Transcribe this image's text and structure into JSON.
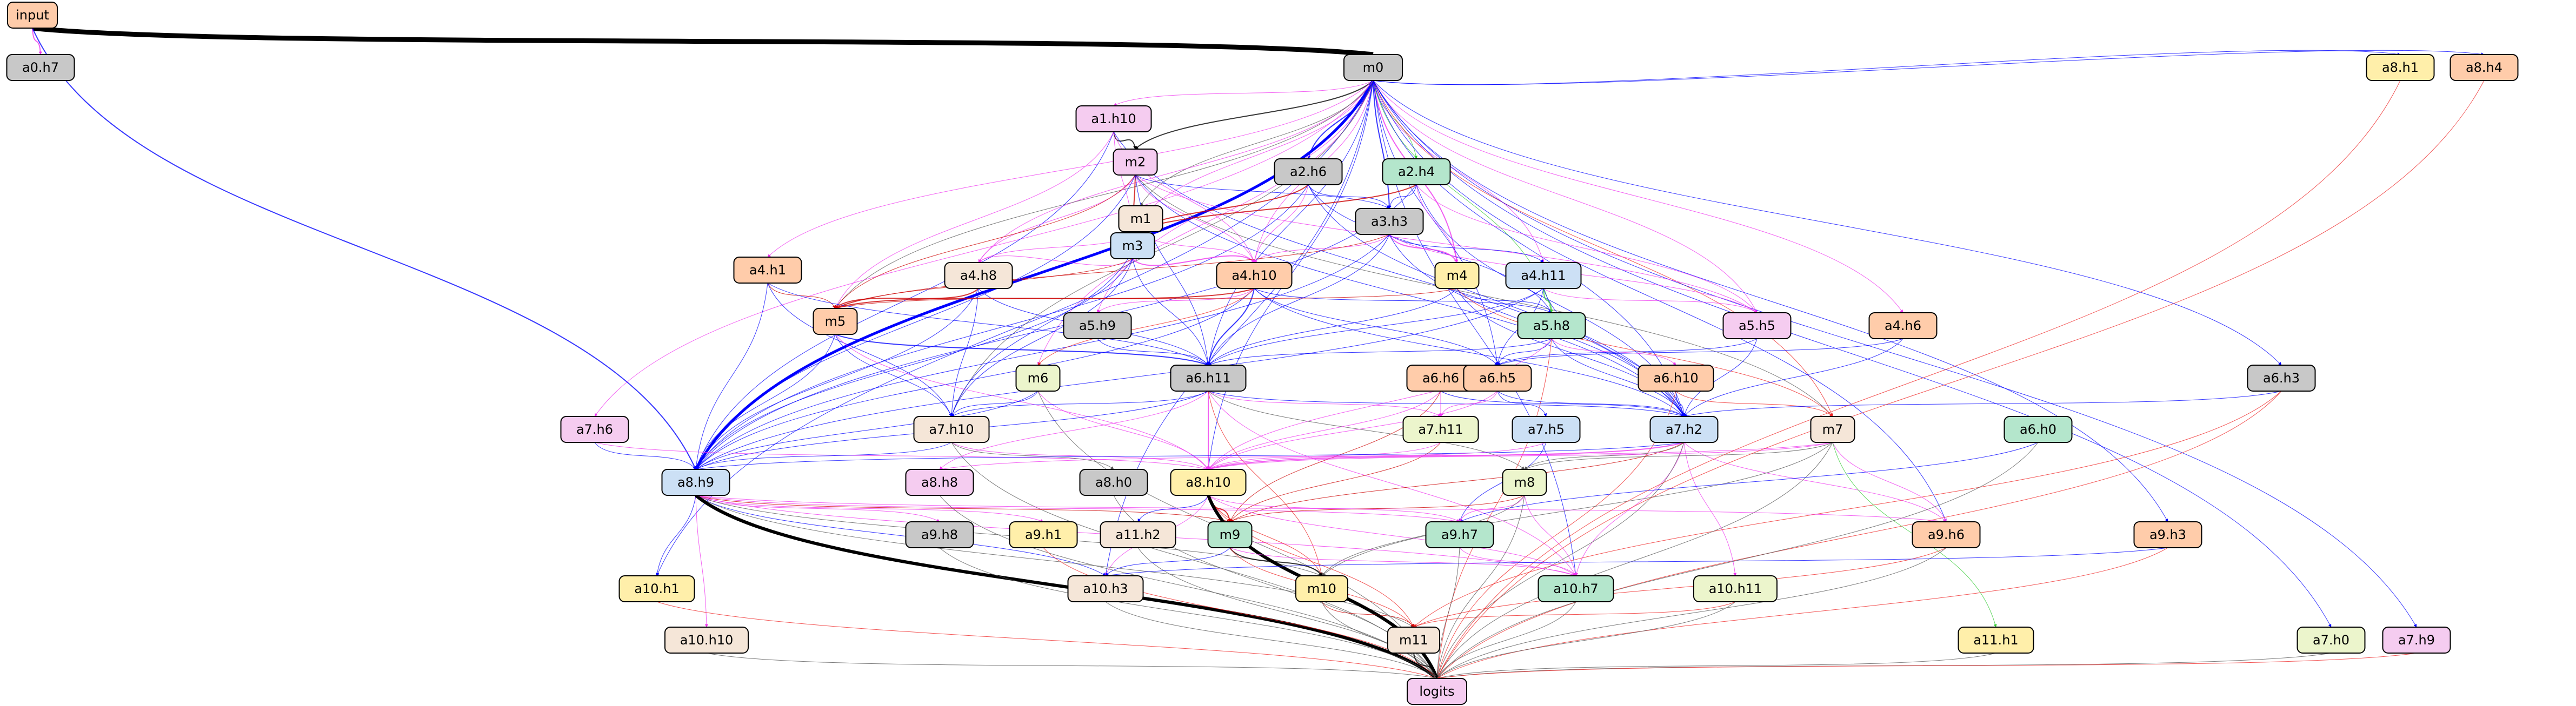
{
  "colors": {
    "a": "#c8c8c8",
    "b": "#ffccaa",
    "c": "#f5ccf0",
    "d": "#b4e6cc",
    "e": "#ffefaa",
    "f": "#ecf5cc",
    "g": "#cce0f5",
    "h": "#f5e6d8",
    "blue": "#0000ff",
    "violet": "#ee33ee",
    "red": "#ee2222",
    "green": "#33cc33",
    "black": "#000000",
    "gray": "#555555",
    "dkred": "#cc0000"
  },
  "nodes": [
    {
      "id": "input",
      "label": "input",
      "fill": "b"
    },
    {
      "id": "a0_h7",
      "label": "a0.h7",
      "fill": "a"
    },
    {
      "id": "m0",
      "label": "m0",
      "fill": "a"
    },
    {
      "id": "a1_h10",
      "label": "a1.h10",
      "fill": "c"
    },
    {
      "id": "m2",
      "label": "m2",
      "fill": "c"
    },
    {
      "id": "a2_h6",
      "label": "a2.h6",
      "fill": "a"
    },
    {
      "id": "a2_h4",
      "label": "a2.h4",
      "fill": "d"
    },
    {
      "id": "m3",
      "label": "m3",
      "fill": "g"
    },
    {
      "id": "m1",
      "label": "m1",
      "fill": "h"
    },
    {
      "id": "a3_h3",
      "label": "a3.h3",
      "fill": "a"
    },
    {
      "id": "a4_h1",
      "label": "a4.h1",
      "fill": "b"
    },
    {
      "id": "a4_h8",
      "label": "a4.h8",
      "fill": "h"
    },
    {
      "id": "a4_h10",
      "label": "a4.h10",
      "fill": "b"
    },
    {
      "id": "m4",
      "label": "m4",
      "fill": "e"
    },
    {
      "id": "a4_h11",
      "label": "a4.h11",
      "fill": "g"
    },
    {
      "id": "m5",
      "label": "m5",
      "fill": "b"
    },
    {
      "id": "a5_h9",
      "label": "a5.h9",
      "fill": "a"
    },
    {
      "id": "a5_h8",
      "label": "a5.h8",
      "fill": "d"
    },
    {
      "id": "a5_h5",
      "label": "a5.h5",
      "fill": "c"
    },
    {
      "id": "a4_h6",
      "label": "a4.h6",
      "fill": "b"
    },
    {
      "id": "m6",
      "label": "m6",
      "fill": "f"
    },
    {
      "id": "a6_h11",
      "label": "a6.h11",
      "fill": "a"
    },
    {
      "id": "a6_h6",
      "label": "a6.h6",
      "fill": "b"
    },
    {
      "id": "a6_h5",
      "label": "a6.h5",
      "fill": "b"
    },
    {
      "id": "a6_h10",
      "label": "a6.h10",
      "fill": "b"
    },
    {
      "id": "a6_h3",
      "label": "a6.h3",
      "fill": "a"
    },
    {
      "id": "a7_h6",
      "label": "a7.h6",
      "fill": "c"
    },
    {
      "id": "a7_h10",
      "label": "a7.h10",
      "fill": "h"
    },
    {
      "id": "a7_h11",
      "label": "a7.h11",
      "fill": "f"
    },
    {
      "id": "a7_h5",
      "label": "a7.h5",
      "fill": "g"
    },
    {
      "id": "a7_h2",
      "label": "a7.h2",
      "fill": "g"
    },
    {
      "id": "m7",
      "label": "m7",
      "fill": "h"
    },
    {
      "id": "a6_h0",
      "label": "a6.h0",
      "fill": "d"
    },
    {
      "id": "a8_h9",
      "label": "a8.h9",
      "fill": "g"
    },
    {
      "id": "a8_h8",
      "label": "a8.h8",
      "fill": "c"
    },
    {
      "id": "a8_h0",
      "label": "a8.h0",
      "fill": "a"
    },
    {
      "id": "a8_h10",
      "label": "a8.h10",
      "fill": "e"
    },
    {
      "id": "m8",
      "label": "m8",
      "fill": "f"
    },
    {
      "id": "a8_h1",
      "label": "a8.h1",
      "fill": "e"
    },
    {
      "id": "a8_h4",
      "label": "a8.h4",
      "fill": "b"
    },
    {
      "id": "a9_h8",
      "label": "a9.h8",
      "fill": "a"
    },
    {
      "id": "a9_h1",
      "label": "a9.h1",
      "fill": "e"
    },
    {
      "id": "a11_h2",
      "label": "a11.h2",
      "fill": "h"
    },
    {
      "id": "m9",
      "label": "m9",
      "fill": "d"
    },
    {
      "id": "a9_h7",
      "label": "a9.h7",
      "fill": "d"
    },
    {
      "id": "a9_h6",
      "label": "a9.h6",
      "fill": "b"
    },
    {
      "id": "a9_h3",
      "label": "a9.h3",
      "fill": "b"
    },
    {
      "id": "a10_h1",
      "label": "a10.h1",
      "fill": "e"
    },
    {
      "id": "a10_h3",
      "label": "a10.h3",
      "fill": "h"
    },
    {
      "id": "m10",
      "label": "m10",
      "fill": "e"
    },
    {
      "id": "a10_h7",
      "label": "a10.h7",
      "fill": "d"
    },
    {
      "id": "a10_h11",
      "label": "a10.h11",
      "fill": "f"
    },
    {
      "id": "a10_h10",
      "label": "a10.h10",
      "fill": "h"
    },
    {
      "id": "m11",
      "label": "m11",
      "fill": "h"
    },
    {
      "id": "a11_h1",
      "label": "a11.h1",
      "fill": "e"
    },
    {
      "id": "a7_h0",
      "label": "a7.h0",
      "fill": "f"
    },
    {
      "id": "a7_h9",
      "label": "a7.h9",
      "fill": "c"
    },
    {
      "id": "logits",
      "label": "logits",
      "fill": "c"
    }
  ],
  "edges": [
    [
      "input",
      "m0",
      "black",
      9
    ],
    [
      "input",
      "a0_h7",
      "violet",
      2
    ],
    [
      "input",
      "a8_h9",
      "blue",
      2
    ],
    [
      "m0",
      "a1_h10",
      "violet",
      1
    ],
    [
      "m0",
      "m2",
      "black",
      2
    ],
    [
      "m0",
      "a2_h6",
      "blue",
      2
    ],
    [
      "m0",
      "a2_h4",
      "green",
      1
    ],
    [
      "m0",
      "m3",
      "violet",
      1
    ],
    [
      "m0",
      "m1",
      "gray",
      1
    ],
    [
      "m0",
      "a3_h3",
      "blue",
      2
    ],
    [
      "m0",
      "a4_h1",
      "violet",
      1
    ],
    [
      "m0",
      "a4_h8",
      "violet",
      1
    ],
    [
      "m0",
      "a4_h10",
      "violet",
      1
    ],
    [
      "m0",
      "m4",
      "violet",
      2
    ],
    [
      "m0",
      "a4_h11",
      "violet",
      1
    ],
    [
      "m0",
      "m5",
      "gray",
      1
    ],
    [
      "m0",
      "a5_h9",
      "violet",
      1
    ],
    [
      "m0",
      "a5_h8",
      "green",
      1
    ],
    [
      "m0",
      "a5_h5",
      "violet",
      1
    ],
    [
      "m0",
      "a4_h6",
      "violet",
      1
    ],
    [
      "m0",
      "m6",
      "violet",
      1
    ],
    [
      "m0",
      "a6_h11",
      "blue",
      1
    ],
    [
      "m0",
      "a6_h5",
      "blue",
      1
    ],
    [
      "m0",
      "a6_h3",
      "blue",
      1
    ],
    [
      "m0",
      "a7_h2",
      "blue",
      1
    ],
    [
      "m0",
      "m7",
      "red",
      1
    ],
    [
      "m0",
      "a8_h9",
      "blue",
      5
    ],
    [
      "m0",
      "a8_h1",
      "blue",
      1
    ],
    [
      "m0",
      "a8_h4",
      "blue",
      1
    ],
    [
      "m0",
      "a9_h3",
      "blue",
      1
    ],
    [
      "m0",
      "a10_h7",
      "blue",
      1
    ],
    [
      "m0",
      "a7_h0",
      "blue",
      1
    ],
    [
      "m0",
      "a7_h9",
      "blue",
      1
    ],
    [
      "m0",
      "a10_h1",
      "blue",
      1
    ],
    [
      "m0",
      "a10_h3",
      "blue",
      1
    ],
    [
      "m0",
      "a9_h6",
      "blue",
      1
    ],
    [
      "m0",
      "a7_h6",
      "violet",
      1
    ],
    [
      "m0",
      "a7_h10",
      "gray",
      1
    ],
    [
      "m0",
      "a8_h10",
      "blue",
      1
    ],
    [
      "a1_h10",
      "m2",
      "black",
      2
    ],
    [
      "a1_h10",
      "m3",
      "violet",
      1
    ],
    [
      "a1_h10",
      "a4_h10",
      "violet",
      1
    ],
    [
      "a1_h10",
      "a7_h2",
      "blue",
      1
    ],
    [
      "a1_h10",
      "a8_h9",
      "blue",
      1
    ],
    [
      "a1_h10",
      "m5",
      "violet",
      1
    ],
    [
      "m2",
      "m3",
      "dkred",
      2
    ],
    [
      "m2",
      "a3_h3",
      "blue",
      1
    ],
    [
      "m2",
      "a4_h8",
      "violet",
      1
    ],
    [
      "m2",
      "a4_h10",
      "violet",
      1
    ],
    [
      "m2",
      "a5_h5",
      "violet",
      1
    ],
    [
      "m2",
      "m7",
      "gray",
      1
    ],
    [
      "m2",
      "a8_h9",
      "blue",
      1
    ],
    [
      "m2",
      "a6_h11",
      "blue",
      1
    ],
    [
      "m2",
      "a7_h2",
      "blue",
      1
    ],
    [
      "m2",
      "m5",
      "dkred",
      1
    ],
    [
      "a2_h6",
      "m3",
      "dkred",
      2
    ],
    [
      "a2_h6",
      "a3_h3",
      "blue",
      1
    ],
    [
      "a2_h6",
      "a4_h10",
      "violet",
      1
    ],
    [
      "a2_h6",
      "a5_h8",
      "blue",
      1
    ],
    [
      "a2_h6",
      "a7_h2",
      "blue",
      1
    ],
    [
      "a2_h6",
      "a8_h9",
      "blue",
      1
    ],
    [
      "a2_h4",
      "a3_h3",
      "blue",
      1
    ],
    [
      "a2_h4",
      "m4",
      "violet",
      1
    ],
    [
      "a2_h4",
      "m3",
      "dkred",
      2
    ],
    [
      "a2_h4",
      "a5_h5",
      "violet",
      1
    ],
    [
      "a2_h4",
      "a7_h2",
      "blue",
      1
    ],
    [
      "a2_h4",
      "a8_h9",
      "blue",
      1
    ],
    [
      "m3",
      "a4_h8",
      "violet",
      1
    ],
    [
      "m3",
      "a4_h10",
      "violet",
      2
    ],
    [
      "m3",
      "a8_h9",
      "blue",
      1
    ],
    [
      "m3",
      "a6_h11",
      "blue",
      1
    ],
    [
      "m3",
      "m5",
      "dkred",
      1
    ],
    [
      "m3",
      "a7_h10",
      "blue",
      1
    ],
    [
      "m1",
      "a4_h8",
      "violet",
      1
    ],
    [
      "m1",
      "a7_h10",
      "blue",
      1
    ],
    [
      "m1",
      "a4_h10",
      "violet",
      1
    ],
    [
      "a3_h3",
      "m4",
      "violet",
      2
    ],
    [
      "a3_h3",
      "a4_h11",
      "blue",
      1
    ],
    [
      "a3_h3",
      "a4_h10",
      "violet",
      1
    ],
    [
      "a3_h3",
      "a6_h11",
      "blue",
      1
    ],
    [
      "a3_h3",
      "a5_h5",
      "violet",
      1
    ],
    [
      "a3_h3",
      "a7_h2",
      "blue",
      1
    ],
    [
      "a3_h3",
      "a8_h9",
      "blue",
      1
    ],
    [
      "a3_h3",
      "m5",
      "dkred",
      1
    ],
    [
      "a4_h1",
      "m5",
      "dkred",
      1
    ],
    [
      "a4_h1",
      "a7_h10",
      "blue",
      1
    ],
    [
      "a4_h1",
      "a6_h11",
      "blue",
      1
    ],
    [
      "a4_h1",
      "a8_h9",
      "blue",
      1
    ],
    [
      "a4_h8",
      "m5",
      "dkred",
      2
    ],
    [
      "a4_h8",
      "a6_h11",
      "blue",
      1
    ],
    [
      "a4_h8",
      "a7_h10",
      "blue",
      1
    ],
    [
      "a4_h8",
      "a8_h9",
      "blue",
      1
    ],
    [
      "a4_h10",
      "m5",
      "dkred",
      2
    ],
    [
      "a4_h10",
      "a5_h9",
      "violet",
      1
    ],
    [
      "a4_h10",
      "a5_h8",
      "blue",
      1
    ],
    [
      "a4_h10",
      "a6_h11",
      "blue",
      2
    ],
    [
      "a4_h10",
      "a6_h5",
      "blue",
      1
    ],
    [
      "a4_h10",
      "a7_h2",
      "blue",
      1
    ],
    [
      "a4_h10",
      "a8_h9",
      "blue",
      1
    ],
    [
      "a4_h10",
      "m6",
      "red",
      1
    ],
    [
      "m4",
      "m5",
      "dkred",
      1
    ],
    [
      "m4",
      "a5_h8",
      "blue",
      1
    ],
    [
      "m4",
      "a6_h11",
      "blue",
      1
    ],
    [
      "m4",
      "a7_h2",
      "blue",
      1
    ],
    [
      "m4",
      "m7",
      "red",
      1
    ],
    [
      "a4_h11",
      "a5_h8",
      "green",
      2
    ],
    [
      "a4_h11",
      "a5_h5",
      "violet",
      1
    ],
    [
      "a4_h11",
      "a6_h5",
      "blue",
      1
    ],
    [
      "a4_h11",
      "a7_h2",
      "blue",
      1
    ],
    [
      "a4_h11",
      "a6_h11",
      "blue",
      1
    ],
    [
      "a4_h11",
      "a8_h9",
      "blue",
      1
    ],
    [
      "m5",
      "a6_h11",
      "blue",
      2
    ],
    [
      "m5",
      "a7_h10",
      "blue",
      1
    ],
    [
      "m5",
      "a8_h9",
      "blue",
      1
    ],
    [
      "m5",
      "a8_h10",
      "violet",
      1
    ],
    [
      "a5_h9",
      "a6_h11",
      "blue",
      1
    ],
    [
      "a5_h8",
      "a6_h11",
      "blue",
      1
    ],
    [
      "a5_h8",
      "a6_h5",
      "blue",
      1
    ],
    [
      "a5_h8",
      "a7_h2",
      "blue",
      1
    ],
    [
      "a5_h8",
      "a6_h10",
      "violet",
      1
    ],
    [
      "a5_h8",
      "logits",
      "red",
      1
    ],
    [
      "a5_h8",
      "a8_h10",
      "violet",
      1
    ],
    [
      "a5_h5",
      "a6_h5",
      "blue",
      1
    ],
    [
      "a5_h5",
      "a7_h2",
      "blue",
      1
    ],
    [
      "a4_h6",
      "a6_h5",
      "blue",
      1
    ],
    [
      "a4_h6",
      "a7_h2",
      "blue",
      1
    ],
    [
      "m6",
      "a7_h10",
      "blue",
      1
    ],
    [
      "m6",
      "a8_h10",
      "violet",
      1
    ],
    [
      "m6",
      "a8_h9",
      "blue",
      1
    ],
    [
      "m6",
      "logits",
      "gray",
      1
    ],
    [
      "a6_h11",
      "a7_h10",
      "blue",
      1
    ],
    [
      "a6_h11",
      "a7_h11",
      "violet",
      1
    ],
    [
      "a6_h11",
      "a7_h2",
      "blue",
      1
    ],
    [
      "a6_h11",
      "a8_h10",
      "violet",
      2
    ],
    [
      "a6_h11",
      "m8",
      "gray",
      1
    ],
    [
      "a6_h11",
      "a8_h8",
      "violet",
      1
    ],
    [
      "a6_h11",
      "a10_h7",
      "violet",
      1
    ],
    [
      "a6_h11",
      "m10",
      "red",
      1
    ],
    [
      "a6_h11",
      "a8_h9",
      "blue",
      1
    ],
    [
      "a6_h6",
      "a7_h11",
      "violet",
      1
    ],
    [
      "a6_h6",
      "a7_h2",
      "blue",
      1
    ],
    [
      "a6_h6",
      "a8_h10",
      "violet",
      1
    ],
    [
      "a6_h6",
      "m9",
      "dkred",
      1
    ],
    [
      "a6_h5",
      "a7_h5",
      "blue",
      1
    ],
    [
      "a6_h5",
      "a7_h2",
      "blue",
      1
    ],
    [
      "a6_h5",
      "a7_h11",
      "violet",
      1
    ],
    [
      "a6_h5",
      "a8_h10",
      "violet",
      1
    ],
    [
      "a6_h10",
      "a7_h2",
      "blue",
      1
    ],
    [
      "a6_h10",
      "m7",
      "red",
      1
    ],
    [
      "a6_h10",
      "logits",
      "red",
      1
    ],
    [
      "a6_h3",
      "a7_h2",
      "blue",
      1
    ],
    [
      "a6_h3",
      "m11",
      "red",
      1
    ],
    [
      "a6_h3",
      "logits",
      "red",
      1
    ],
    [
      "a7_h6",
      "a8_h10",
      "violet",
      1
    ],
    [
      "a7_h6",
      "a8_h9",
      "blue",
      1
    ],
    [
      "a7_h10",
      "a8_h10",
      "violet",
      1
    ],
    [
      "a7_h10",
      "a8_h9",
      "blue",
      1
    ],
    [
      "a7_h10",
      "logits",
      "gray",
      1
    ],
    [
      "a7_h10",
      "a8_h0",
      "gray",
      1
    ],
    [
      "a7_h11",
      "a8_h10",
      "violet",
      1
    ],
    [
      "a7_h11",
      "m9",
      "dkred",
      1
    ],
    [
      "a7_h5",
      "a8_h10",
      "violet",
      1
    ],
    [
      "a7_h5",
      "a9_h7",
      "blue",
      1
    ],
    [
      "a7_h2",
      "a8_h10",
      "violet",
      2
    ],
    [
      "a7_h2",
      "m8",
      "gray",
      1
    ],
    [
      "a7_h2",
      "a9_h6",
      "violet",
      1
    ],
    [
      "a7_h2",
      "a10_h7",
      "violet",
      1
    ],
    [
      "a7_h2",
      "a10_h11",
      "violet",
      1
    ],
    [
      "a7_h2",
      "a8_h9",
      "blue",
      1
    ],
    [
      "a7_h2",
      "m9",
      "dkred",
      1
    ],
    [
      "a7_h2",
      "logits",
      "gray",
      1
    ],
    [
      "m7",
      "a8_h10",
      "violet",
      1
    ],
    [
      "m7",
      "m8",
      "gray",
      1
    ],
    [
      "m7",
      "a9_h6",
      "violet",
      1
    ],
    [
      "m7",
      "a11_h1",
      "green",
      1
    ],
    [
      "m7",
      "m10",
      "gray",
      1
    ],
    [
      "m7",
      "logits",
      "gray",
      1
    ],
    [
      "m7",
      "a8_h8",
      "violet",
      1
    ],
    [
      "a6_h0",
      "a9_h7",
      "blue",
      1
    ],
    [
      "a6_h0",
      "logits",
      "gray",
      1
    ],
    [
      "a8_h9",
      "a9_h8",
      "violet",
      1
    ],
    [
      "a8_h9",
      "a9_h1",
      "violet",
      1
    ],
    [
      "a8_h9",
      "m9",
      "dkred",
      1
    ],
    [
      "a8_h9",
      "a10_h1",
      "blue",
      1
    ],
    [
      "a8_h9",
      "a10_h3",
      "blue",
      1
    ],
    [
      "a8_h9",
      "a10_h10",
      "violet",
      1
    ],
    [
      "a8_h9",
      "m10",
      "gray",
      1
    ],
    [
      "a8_h9",
      "a10_h7",
      "violet",
      1
    ],
    [
      "a8_h9",
      "m11",
      "gray",
      1
    ],
    [
      "a8_h9",
      "logits",
      "black",
      6
    ],
    [
      "a8_h9",
      "a9_h6",
      "violet",
      1
    ],
    [
      "a8_h9",
      "a9_h7",
      "violet",
      1
    ],
    [
      "a8_h8",
      "logits",
      "gray",
      1
    ],
    [
      "a8_h0",
      "logits",
      "gray",
      1
    ],
    [
      "a8_h10",
      "m9",
      "dkred",
      2
    ],
    [
      "a8_h10",
      "a9_h7",
      "violet",
      1
    ],
    [
      "a8_h10",
      "a11_h2",
      "blue",
      1
    ],
    [
      "a8_h10",
      "a10_h3",
      "violet",
      1
    ],
    [
      "a8_h10",
      "m10",
      "red",
      1
    ],
    [
      "a8_h10",
      "a10_h7",
      "violet",
      1
    ],
    [
      "a8_h10",
      "m11",
      "red",
      1
    ],
    [
      "a8_h10",
      "logits",
      "black",
      6
    ],
    [
      "m8",
      "m9",
      "dkred",
      1
    ],
    [
      "m8",
      "a9_h7",
      "violet",
      1
    ],
    [
      "m8",
      "a10_h7",
      "violet",
      1
    ],
    [
      "m8",
      "logits",
      "gray",
      1
    ],
    [
      "m8",
      "m10",
      "gray",
      1
    ],
    [
      "a8_h1",
      "logits",
      "red",
      1
    ],
    [
      "a8_h4",
      "logits",
      "red",
      1
    ],
    [
      "a9_h8",
      "logits",
      "gray",
      1
    ],
    [
      "a9_h1",
      "logits",
      "red",
      1
    ],
    [
      "a11_h2",
      "logits",
      "gray",
      1
    ],
    [
      "m9",
      "m10",
      "black",
      2
    ],
    [
      "m9",
      "a10_h3",
      "blue",
      1
    ],
    [
      "m9",
      "a10_h7",
      "violet",
      1
    ],
    [
      "m9",
      "m11",
      "red",
      1
    ],
    [
      "a9_h7",
      "a10_h7",
      "violet",
      1
    ],
    [
      "a9_h7",
      "logits",
      "gray",
      1
    ],
    [
      "a9_h6",
      "m11",
      "red",
      1
    ],
    [
      "a9_h6",
      "logits",
      "gray",
      1
    ],
    [
      "a9_h3",
      "a10_h3",
      "blue",
      1
    ],
    [
      "a9_h3",
      "logits",
      "red",
      1
    ],
    [
      "a10_h1",
      "logits",
      "red",
      1
    ],
    [
      "a10_h3",
      "logits",
      "gray",
      1
    ],
    [
      "m10",
      "m11",
      "dkred",
      1
    ],
    [
      "m10",
      "logits",
      "gray",
      1
    ],
    [
      "a10_h7",
      "logits",
      "gray",
      1
    ],
    [
      "a10_h11",
      "m11",
      "red",
      1
    ],
    [
      "a10_h11",
      "logits",
      "gray",
      1
    ],
    [
      "a10_h10",
      "logits",
      "gray",
      1
    ],
    [
      "m11",
      "logits",
      "black",
      2
    ],
    [
      "a11_h1",
      "logits",
      "gray",
      1
    ],
    [
      "a7_h0",
      "logits",
      "gray",
      1
    ],
    [
      "a7_h9",
      "logits",
      "red",
      1
    ]
  ]
}
